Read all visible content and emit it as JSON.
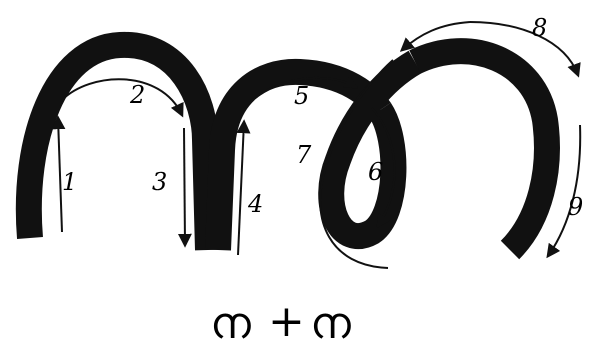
{
  "diagram": {
    "stroke_color": "#111111",
    "background": "#ffffff",
    "step_labels": [
      "1",
      "2",
      "3",
      "4",
      "5",
      "6",
      "7",
      "8",
      "9"
    ],
    "formula": "ന+ന",
    "formula_parts": [
      "ന",
      "+",
      "ന"
    ]
  }
}
